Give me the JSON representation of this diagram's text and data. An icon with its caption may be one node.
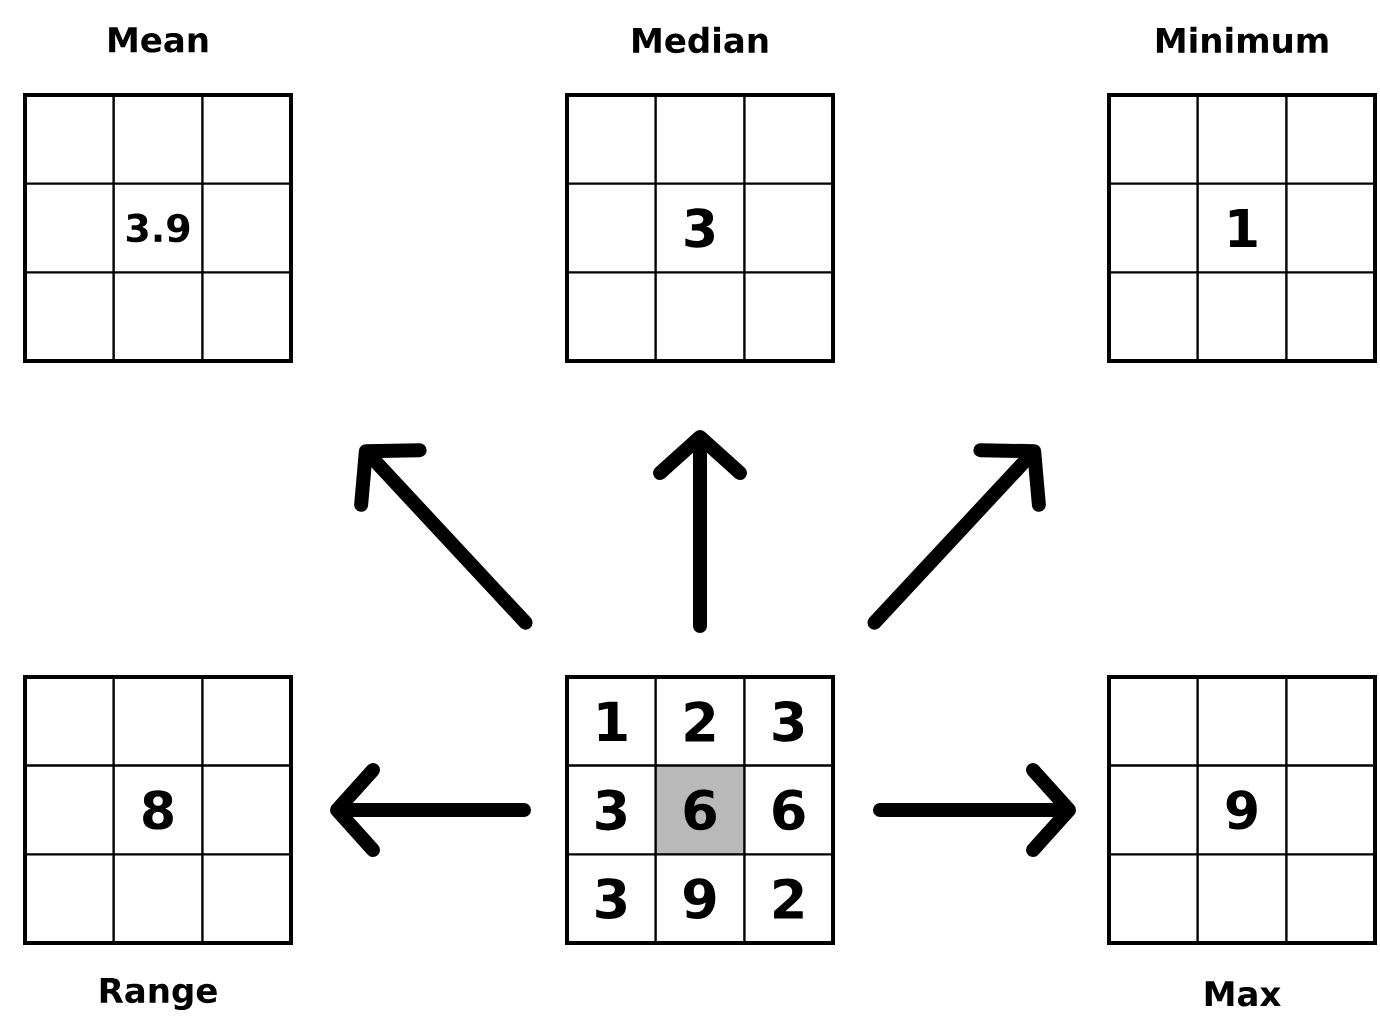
{
  "diagram": {
    "nodes": [
      {
        "text": [
          "Mean",
          "3.9"
        ]
      },
      {
        "text": [
          "Median",
          "3"
        ]
      },
      {
        "text": [
          "Minimum",
          "1"
        ]
      },
      {
        "text": [
          "8",
          "Range"
        ]
      },
      {
        "text": [
          "1",
          "2",
          "3",
          "3",
          "6",
          "6",
          "3",
          "9",
          "2"
        ]
      },
      {
        "text": [
          "9",
          "Max"
        ]
      }
    ],
    "edges": [
      {
        "from": 4,
        "to": 0,
        "arrow": "to"
      },
      {
        "from": 4,
        "to": 1,
        "arrow": "to"
      },
      {
        "from": 4,
        "to": 2,
        "arrow": "to"
      },
      {
        "from": 4,
        "to": 3,
        "arrow": "to"
      },
      {
        "from": 4,
        "to": 5,
        "arrow": "to"
      }
    ]
  }
}
